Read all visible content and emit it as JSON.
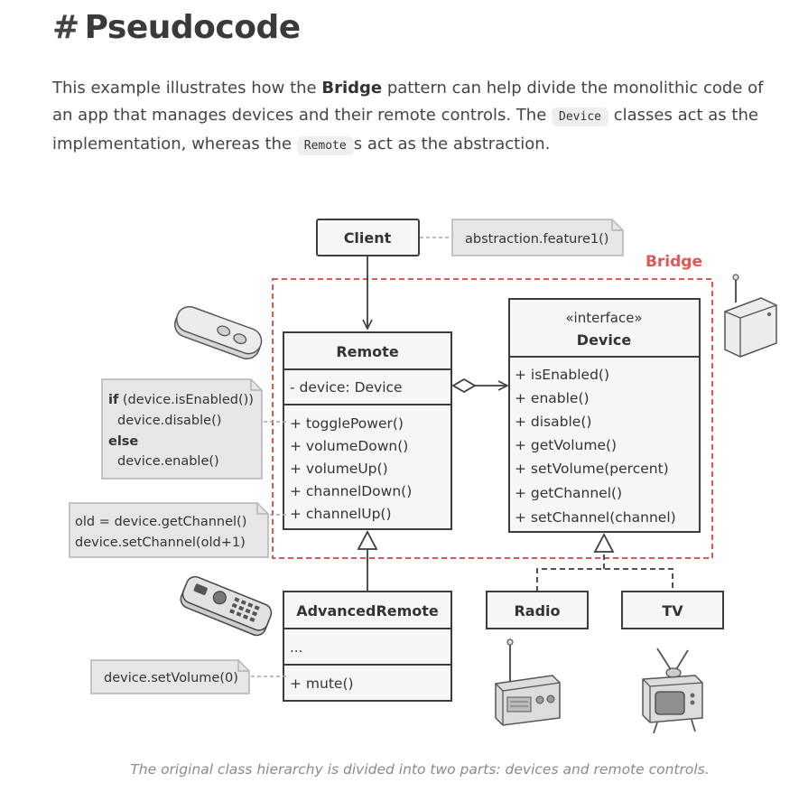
{
  "heading": {
    "hash": "#",
    "title": "Pseudocode"
  },
  "intro": {
    "part1": "This example illustrates how the ",
    "bold": "Bridge",
    "part2": " pattern can help divide the monolithic code of an app that manages devices and their remote controls. The ",
    "code1": "Device",
    "part3": " classes act as the implementation, whereas the ",
    "code2": "Remote",
    "part4": "s act as the abstraction."
  },
  "diagram": {
    "bridge_label": "Bridge",
    "client": {
      "name": "Client",
      "note": "abstraction.feature1()"
    },
    "remote": {
      "name": "Remote",
      "field": "- device: Device",
      "methods": [
        "+ togglePower()",
        "+ volumeDown()",
        "+ volumeUp()",
        "+ channelDown()",
        "+ channelUp()"
      ]
    },
    "device": {
      "stereotype": "«interface»",
      "name": "Device",
      "methods": [
        "+ isEnabled()",
        "+ enable()",
        "+ disable()",
        "+ getVolume()",
        "+ setVolume(percent)",
        "+ getChannel()",
        "+ setChannel(channel)"
      ]
    },
    "toggle_note": {
      "if_kw": "if",
      "if_rest": " (device.isEnabled())",
      "line2": "device.disable()",
      "else_kw": "else",
      "line4": "device.enable()"
    },
    "channel_note": {
      "line1": "old = device.getChannel()",
      "line2": "device.setChannel(old+1)"
    },
    "advanced": {
      "name": "AdvancedRemote",
      "field": "...",
      "method": "+ mute()",
      "note": "device.setVolume(0)"
    },
    "radio": {
      "name": "Radio"
    },
    "tv": {
      "name": "TV"
    },
    "colors": {
      "bridge": "#e0584f",
      "border": "#3d3d3d",
      "note_fill": "#e6e6e6"
    }
  },
  "caption": "The original class hierarchy is divided into two parts: devices and remote controls."
}
